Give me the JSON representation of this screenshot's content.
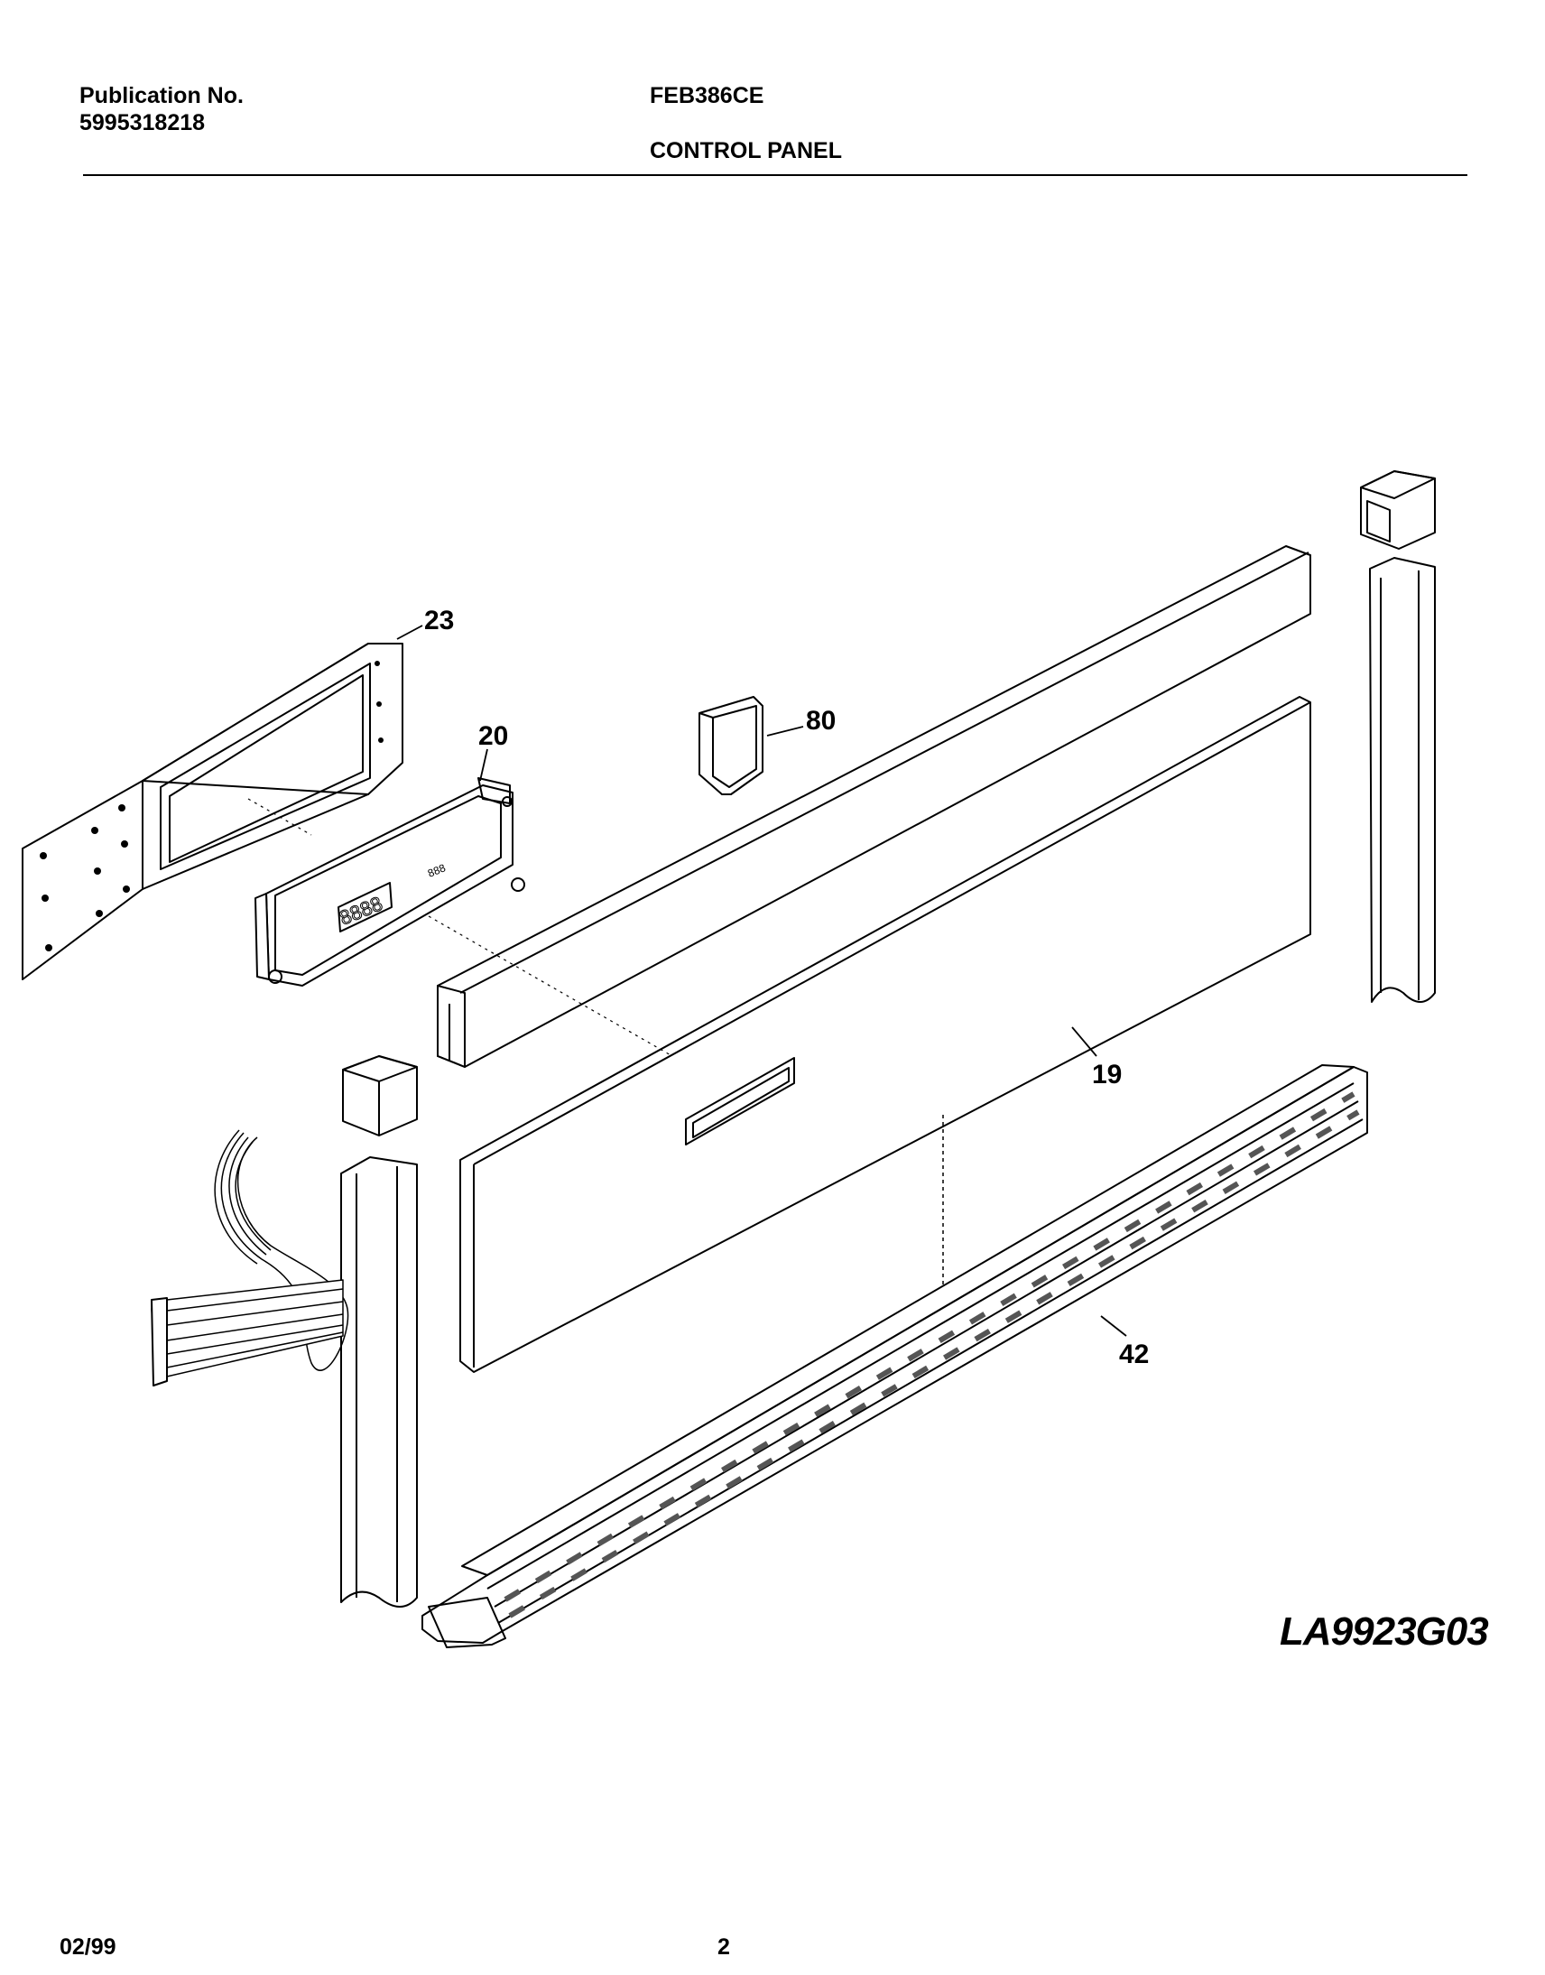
{
  "header": {
    "publication_label": "Publication No.",
    "publication_number": "5995318218",
    "model": "FEB386CE",
    "section_title": "CONTROL PANEL"
  },
  "callouts": {
    "c23": "23",
    "c20": "20",
    "c80": "80",
    "c19": "19",
    "c42": "42"
  },
  "display_digits": {
    "main": "8888",
    "small": "888"
  },
  "figure_code": "LA9923G03",
  "footer": {
    "date": "02/99",
    "page": "2"
  }
}
